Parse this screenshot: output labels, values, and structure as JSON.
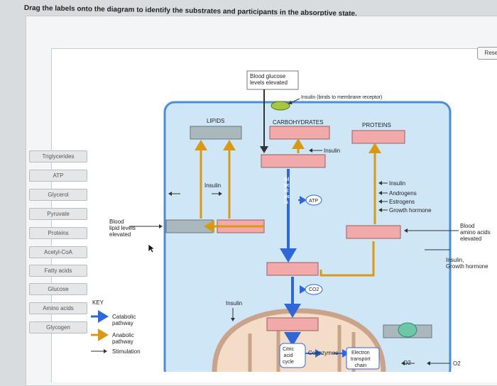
{
  "instruction": "Drag the labels onto the diagram to identify the substrates and participants in the absorptive state.",
  "reset_label": "Reset",
  "drag_labels": [
    "Triglycerides",
    "ATP",
    "Glycerol",
    "Pyruvate",
    "Proteins",
    "Acetyl-CoA",
    "Fatty acids",
    "Glucose",
    "Amino acids",
    "Glycogen"
  ],
  "diagram": {
    "blood_glucose": "Blood glucose\nlevels elevated",
    "insulin_binds": "Insulin (binds to membrane receptor)",
    "lipids": "LIPIDS",
    "carbohydrates": "CARBOHYDRATES",
    "proteins": "PROTEINS",
    "insulin_carb": "Insulin",
    "insulin_lipid": "Insulin",
    "protein_hormones": [
      "Insulin",
      "Androgens",
      "Estrogens",
      "Growth hormone"
    ],
    "atp": "ATP",
    "glycolysis": "Glycolysis",
    "blood_lipid": "Blood\nlipid levels\nelevated",
    "blood_amino": "Blood\namino acids\nelevated",
    "insulin_gh": "Insulin,\nGrowth hormone",
    "insulin_mito": "Insulin",
    "co2": "CO2",
    "citric": "Citric\nacid\ncycle",
    "coenzymes": "Coenzymes",
    "etc": "Electron\ntransport\nchain",
    "o2": "O2"
  },
  "key": {
    "title": "KEY",
    "catabolic": "Catabolic\npathway",
    "anabolic": "Anabolic\npathway",
    "stimulation": "Stimulation"
  },
  "colors": {
    "catabolic": "#2f66d8",
    "anabolic": "#d89a14",
    "cell_border": "#4a8fd6",
    "cell_fill": "#cfe6f7",
    "box_fill": "#f2a9a9",
    "box_gray": "#aab7bc"
  }
}
